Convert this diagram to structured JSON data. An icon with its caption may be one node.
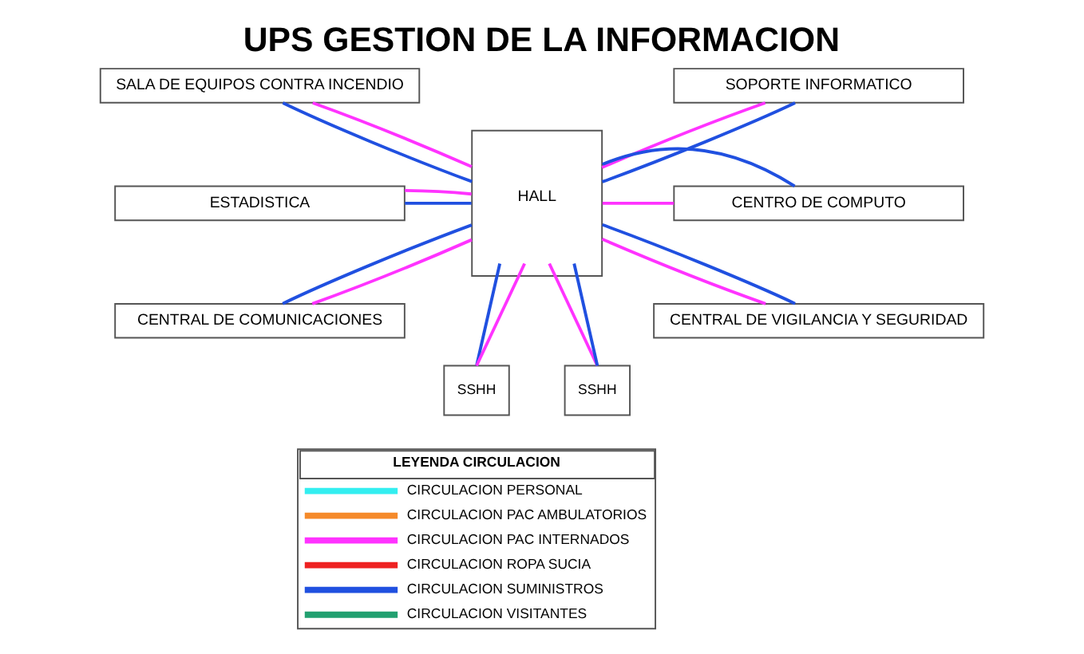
{
  "diagram": {
    "title": "UPS GESTION DE LA INFORMACION",
    "nodes": [
      {
        "text": [
          "SALA DE EQUIPOS CONTRA INCENDIO"
        ]
      },
      {
        "text": [
          "ESTADISTICA"
        ]
      },
      {
        "text": [
          "CENTRAL DE COMUNICACIONES"
        ]
      },
      {
        "text": [
          "HALL"
        ]
      },
      {
        "text": [
          "SOPORTE INFORMATICO"
        ]
      },
      {
        "text": [
          "CENTRO DE COMPUTO"
        ]
      },
      {
        "text": [
          "CENTRAL DE VIGILANCIA Y SEGURIDAD"
        ]
      },
      {
        "text": [
          "SSHH"
        ]
      },
      {
        "text": [
          "SSHH"
        ]
      }
    ],
    "edges": [
      {
        "from": 0,
        "to": 3,
        "arrow": "none",
        "color": "#2050e0"
      },
      {
        "from": 0,
        "to": 3,
        "arrow": "none",
        "color": "#ff33ff"
      },
      {
        "from": 1,
        "to": 3,
        "arrow": "none",
        "color": "#2050e0"
      },
      {
        "from": 1,
        "to": 3,
        "arrow": "none",
        "color": "#ff33ff"
      },
      {
        "from": 2,
        "to": 3,
        "arrow": "none",
        "color": "#2050e0"
      },
      {
        "from": 2,
        "to": 3,
        "arrow": "none",
        "color": "#ff33ff"
      },
      {
        "from": 3,
        "to": 4,
        "arrow": "none",
        "color": "#ff33ff"
      },
      {
        "from": 3,
        "to": 4,
        "arrow": "none",
        "color": "#2050e0"
      },
      {
        "from": 3,
        "to": 5,
        "arrow": "none",
        "color": "#ff33ff"
      },
      {
        "from": 3,
        "to": 5,
        "arrow": "none",
        "color": "#2050e0"
      },
      {
        "from": 3,
        "to": 6,
        "arrow": "none",
        "color": "#ff33ff"
      },
      {
        "from": 3,
        "to": 6,
        "arrow": "none",
        "color": "#2050e0"
      },
      {
        "from": 3,
        "to": 7,
        "arrow": "none",
        "color": "#2050e0"
      },
      {
        "from": 3,
        "to": 7,
        "arrow": "none",
        "color": "#ff33ff"
      },
      {
        "from": 3,
        "to": 8,
        "arrow": "none",
        "color": "#ff33ff"
      },
      {
        "from": 3,
        "to": 8,
        "arrow": "none",
        "color": "#2050e0"
      }
    ],
    "labels": [
      "LEYENDA CIRCULACION"
    ],
    "legend": [
      {
        "text": "CIRCULACION PERSONAL",
        "color": "#33eef0"
      },
      {
        "text": "CIRCULACION PAC AMBULATORIOS",
        "color": "#f58a2a"
      },
      {
        "text": "CIRCULACION PAC INTERNADOS",
        "color": "#ff33ff"
      },
      {
        "text": "CIRCULACION ROPA SUCIA",
        "color": "#ee2222"
      },
      {
        "text": "CIRCULACION SUMINISTROS",
        "color": "#2050e0"
      },
      {
        "text": "CIRCULACION VISITANTES",
        "color": "#22a070"
      }
    ]
  }
}
